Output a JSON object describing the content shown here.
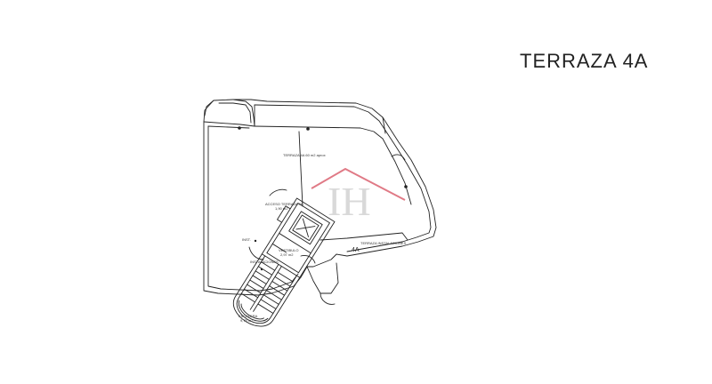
{
  "plan": {
    "title": "TERRAZA 4A",
    "unit_label": "4A",
    "labels": {
      "terraza_main": "TERRAZA 4A 60 m2 aprox",
      "terraza_instalaciones": "TERRAZA INSTALACIONES",
      "terraza_top": "ACCESO TERRAZA 4A",
      "terraza_top_area": "1,90 m2",
      "vestibulo": "VESTIBULO",
      "vestibulo_area": "2,97 m2",
      "instalaciones": "INSTALACIONES",
      "escalera": "ESCALERA",
      "escalera_area": "9,75 m2",
      "inst_left": "INST."
    },
    "watermark": {
      "letters": "IH",
      "roof_color": "#e07a86",
      "letter_color": "#d9d9d9"
    },
    "line_color": "#222222"
  }
}
